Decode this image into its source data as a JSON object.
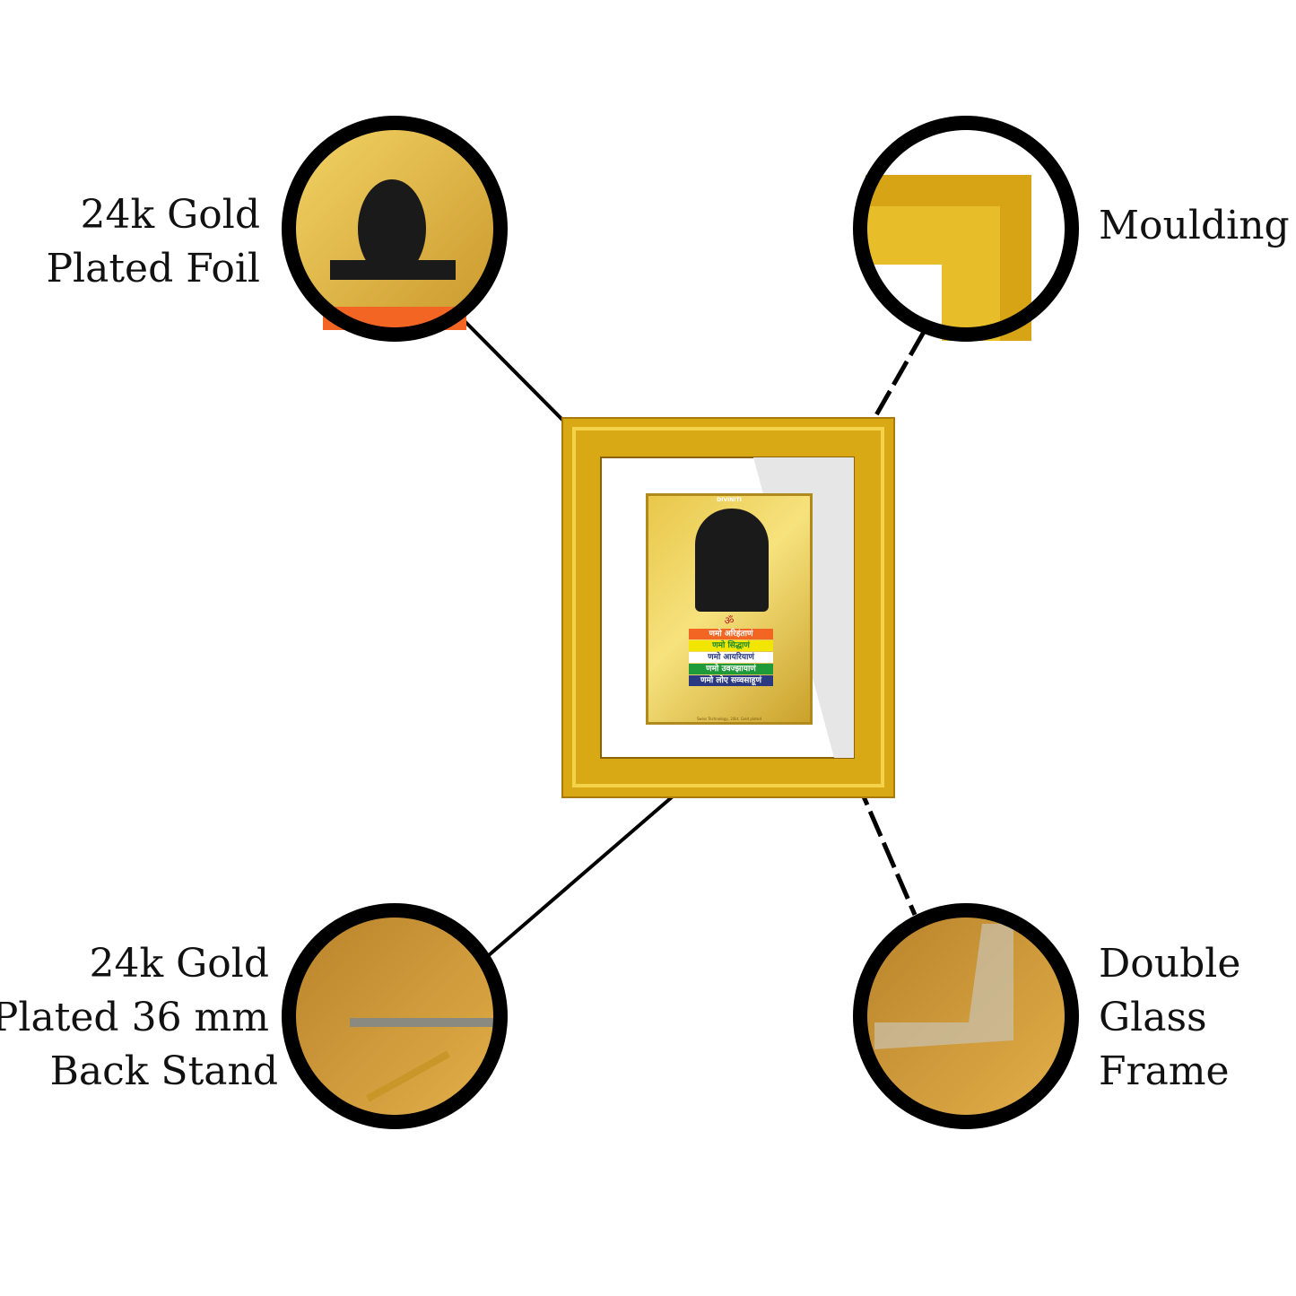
{
  "features": [
    {
      "id": "foil",
      "lines": [
        "24k Gold",
        "Plated Foil"
      ]
    },
    {
      "id": "moulding",
      "lines": [
        "Moulding"
      ]
    },
    {
      "id": "back-stand",
      "lines": [
        "24k Gold",
        "Plated 36 mm",
        "Back Stand"
      ]
    },
    {
      "id": "glass",
      "lines": [
        "Double",
        "Glass",
        "Frame"
      ]
    }
  ],
  "product": {
    "brand": "DIVINITI",
    "mantras": [
      "णमो अरिहंताणं",
      "णमो सिद्धाणं",
      "णमो आयरियाणं",
      "णमो उवज्झायाणं",
      "णमो लोए सव्वसाहूणं"
    ],
    "mantra_colors": [
      "#f26522",
      "#f2e600",
      "#ffffff",
      "#1f9a3a",
      "#2b3a80"
    ],
    "om": "ॐ",
    "footer": "Swiss Technology, 24kt. Gold plated"
  },
  "colors": {
    "gold": "#d4a017",
    "ring": "#000000"
  }
}
